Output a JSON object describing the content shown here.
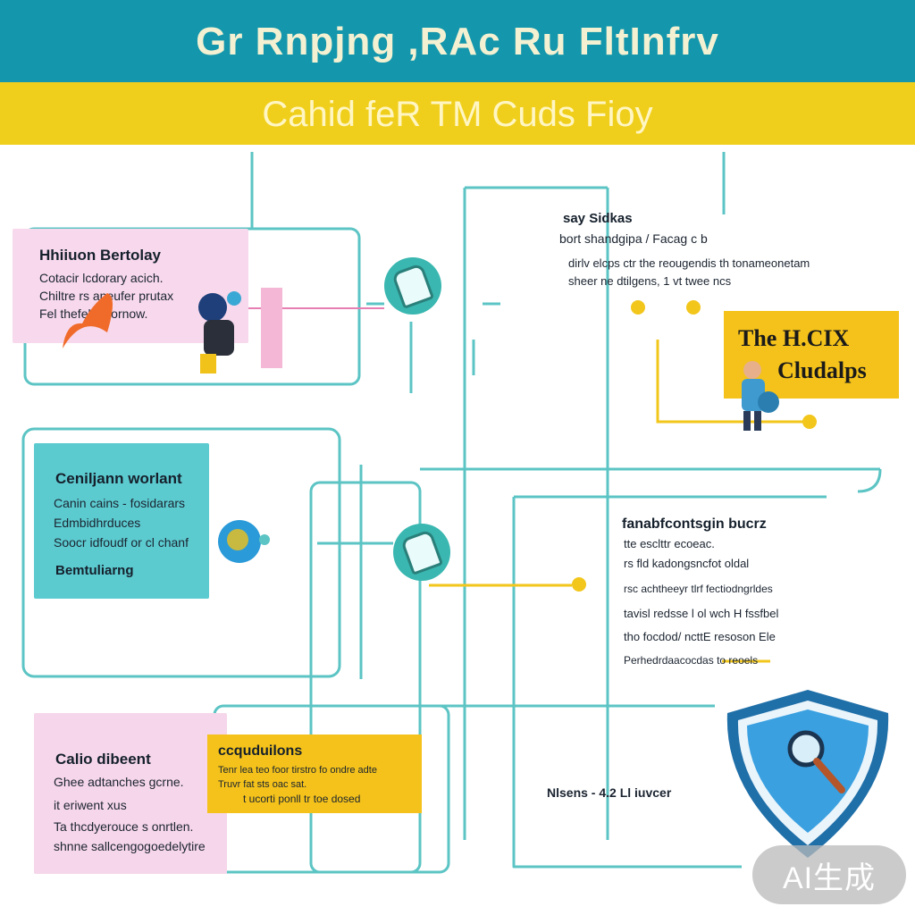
{
  "header": {
    "title": "Gr Rnpjng ,RAc Ru FltInfrv",
    "subtitle": "Cahid feR TM Cuds Fioy"
  },
  "cards": {
    "top_left": {
      "title": "Hhiiuon Bertolay",
      "lines": [
        "Cotacir lcdorary acich.",
        "Chiltre rs aneufer prutax",
        "Fel thefelcu fornow."
      ]
    },
    "mid_left": {
      "title": "Ceniljann worlant",
      "lines": [
        "Canin cains - fosidarars",
        "Edmbidhrduces",
        "Soocr idfoudf or cl chanf"
      ],
      "footer": "Bemtuliarng"
    },
    "bottom_left": {
      "title": "Calio dibeent",
      "lines": [
        "Ghee adtanches gcrne.",
        "it eriwent xus",
        "Ta thcdyerouce s onrtlen.",
        "shnne sallcengogoedelytire"
      ]
    },
    "top_right": {
      "title": "say Sidkas",
      "lines": [
        "bort shandgipa / Facag c b",
        "dirlv elcps ctr the reougendis th tonameonetam",
        "sheer ne dtilgens, 1 vt twee ncs"
      ]
    },
    "yellow_right": {
      "line1": "The H.CIX",
      "line2": "Cludalps"
    },
    "mid_right": {
      "title": "fanabfcontsgin bucrz",
      "lines": [
        "tte esclttr ecoeac.",
        "rs fld kadongsncfot oldal",
        "rsc achtheeyr tlrf fectiodngrldes",
        "tavisl redsse l ol wch H fssfbel",
        "tho focdod/ ncttE resoson Ele",
        "Perhedrdaacocdas to reoels"
      ]
    },
    "bottom_center": {
      "title": "ccquduilons",
      "lines": [
        "Tenr lea teo foor tirstro fo ondre adte",
        "Truvr fat sts oac sat.",
        "t ucorti ponll tr toe dosed"
      ]
    },
    "bottom_right_caption": "Nlsens - 4.2 Ll iuvcer"
  },
  "watermark": "AI生成",
  "colors": {
    "title_bar": "#1497ac",
    "subtitle_bar": "#f0cf1c",
    "connector": "#5cc4c4",
    "accent_yellow": "#f4c21a",
    "hub": "#39b7b0",
    "shield": "#3aa0e0"
  },
  "icons": [
    "hub-node-icon",
    "hub-node-icon",
    "shield-magnifier-icon",
    "person-figure-icon",
    "globe-icon"
  ]
}
